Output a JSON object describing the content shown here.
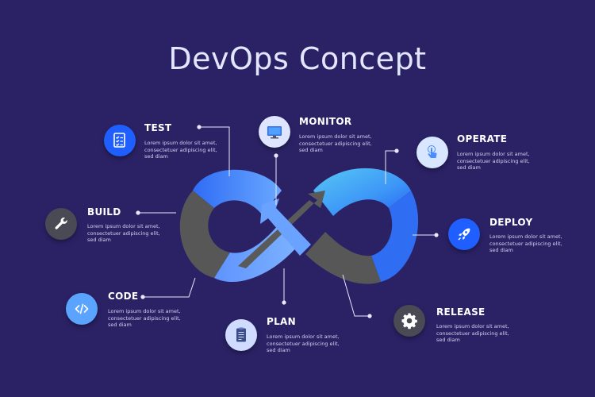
{
  "title": "DevOps Concept",
  "colors": {
    "background": "#2b2266",
    "loop_blue": "#2f7bff",
    "loop_cyan": "#58c8f5",
    "loop_gray": "#575757"
  },
  "stages": [
    {
      "key": "test",
      "label": "TEST",
      "icon": "checklist-icon",
      "desc": "Lorem ipsum dolor sit amet, consectetuer adipiscing elit, sed diam"
    },
    {
      "key": "monitor",
      "label": "MONITOR",
      "icon": "monitor-icon",
      "desc": "Lorem ipsum dolor sit amet, consectetuer adipiscing elit, sed diam"
    },
    {
      "key": "operate",
      "label": "OPERATE",
      "icon": "touch-hand-icon",
      "desc": "Lorem ipsum dolor sit amet, consectetuer adipiscing elit, sed diam"
    },
    {
      "key": "build",
      "label": "BUILD",
      "icon": "wrench-icon",
      "desc": "Lorem ipsum dolor sit amet, consectetuer adipiscing elit, sed diam"
    },
    {
      "key": "deploy",
      "label": "DEPLOY",
      "icon": "rocket-icon",
      "desc": "Lorem ipsum dolor sit amet, consectetuer adipiscing elit, sed diam"
    },
    {
      "key": "code",
      "label": "CODE",
      "icon": "code-brackets-icon",
      "desc": "Lorem ipsum dolor sit amet, consectetuer adipiscing elit, sed diam"
    },
    {
      "key": "plan",
      "label": "PLAN",
      "icon": "document-icon",
      "desc": "Lorem ipsum dolor sit amet, consectetuer adipiscing elit, sed diam"
    },
    {
      "key": "release",
      "label": "RELEASE",
      "icon": "gear-icon",
      "desc": "Lorem ipsum dolor sit amet, consectetuer adipiscing elit, sed diam"
    }
  ]
}
